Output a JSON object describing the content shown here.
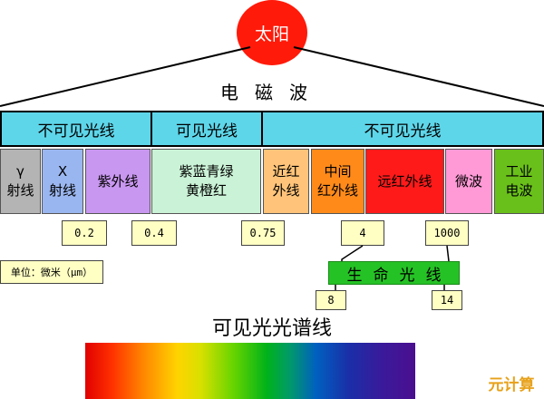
{
  "sun": {
    "label": "太阳"
  },
  "title": "电磁波",
  "bands": {
    "invisible_left": "不可见光线",
    "visible": "可见光线",
    "invisible_right": "不可见光线"
  },
  "spectrum_cells": [
    {
      "label_line1": "γ",
      "label_line2": "射线",
      "color": "#b4b4b4"
    },
    {
      "label_line1": "X",
      "label_line2": "射线",
      "color": "#9ab6f0"
    },
    {
      "label_line1": "紫外线",
      "label_line2": "",
      "color": "#c897f0"
    },
    {
      "label_line1": "紫蓝青绿",
      "label_line2": "黄橙红",
      "color": "#caf2d6"
    },
    {
      "label_line1": "近红",
      "label_line2": "外线",
      "color": "#ffc47a"
    },
    {
      "label_line1": "中间",
      "label_line2": "红外线",
      "color": "#ff8a1a"
    },
    {
      "label_line1": "远红外线",
      "label_line2": "",
      "color": "#ff1a1a"
    },
    {
      "label_line1": "微波",
      "label_line2": "",
      "color": "#ff9ad6"
    },
    {
      "label_line1": "工业",
      "label_line2": "电波",
      "color": "#6ac01a"
    }
  ],
  "wavelength_markers": [
    "0.2",
    "0.4",
    "0.75",
    "4",
    "1000"
  ],
  "unit_label": "单位：微米（μm）",
  "life_light": {
    "label": "生命光线",
    "start": "8",
    "end": "14"
  },
  "spectrum_title": "可见光光谱线",
  "watermark": "元计算"
}
